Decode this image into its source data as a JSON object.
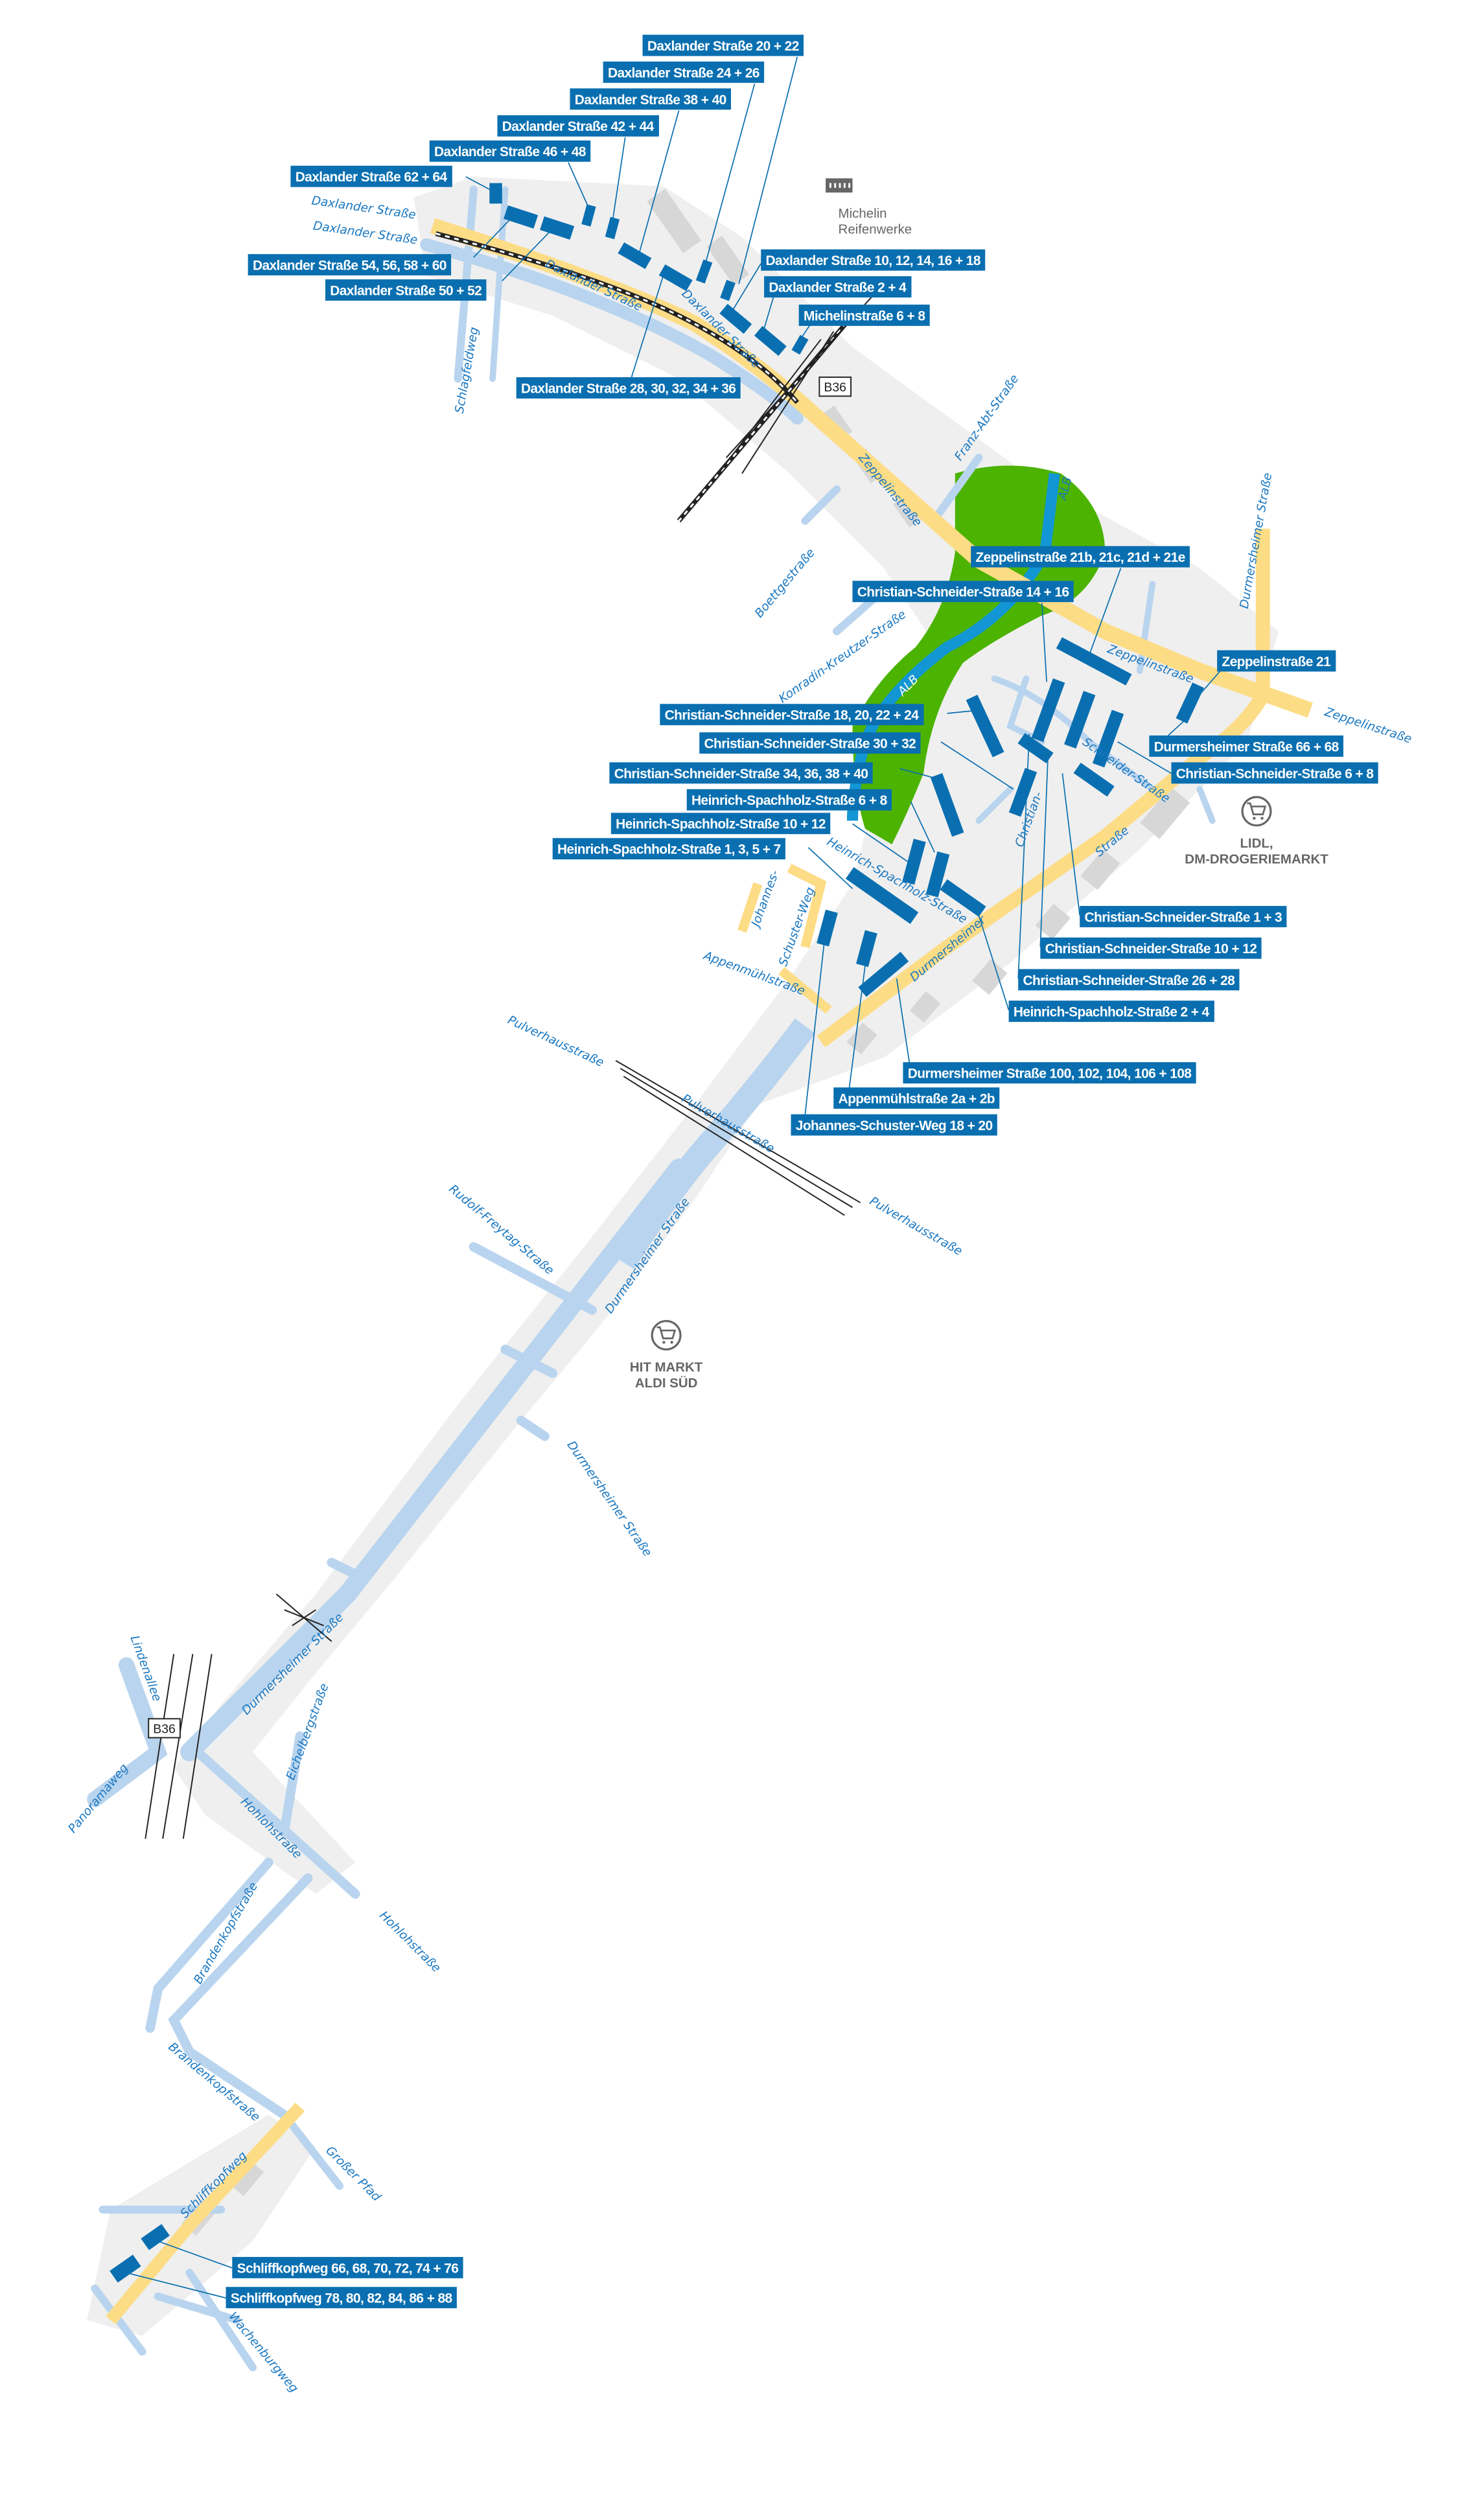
{
  "colors": {
    "label_bg": "#0a6fb0",
    "main_road": "#fddc86",
    "side_road": "#b9d4ee",
    "park": "#4cb300",
    "river": "#1296d4",
    "area": "#efefef",
    "building": "#0a6fb0"
  },
  "building_labels": [
    "Daxlander Straße 20 + 22",
    "Daxlander Straße 24 + 26",
    "Daxlander Straße 38 + 40",
    "Daxlander Straße 42 + 44",
    "Daxlander Straße 46 + 48",
    "Daxlander Straße 62 + 64",
    "Daxlander Straße 54, 56, 58 + 60",
    "Daxlander Straße 50 + 52",
    "Daxlander Straße 10, 12, 14, 16 + 18",
    "Daxlander Straße 2 + 4",
    "Michelinstraße 6 + 8",
    "Daxlander Straße 28, 30, 32, 34 + 36",
    "Zeppelinstraße 21b, 21c, 21d + 21e",
    "Christian-Schneider-Straße 14 + 16",
    "Zeppelinstraße 21",
    "Christian-Schneider-Straße 18, 20, 22 + 24",
    "Christian-Schneider-Straße 30 + 32",
    "Christian-Schneider-Straße 34, 36, 38 + 40",
    "Heinrich-Spachholz-Straße 6 + 8",
    "Heinrich-Spachholz-Straße 10 + 12",
    "Heinrich-Spachholz-Straße 1, 3, 5 + 7",
    "Durmersheimer Straße 66 + 68",
    "Christian-Schneider-Straße 6 + 8",
    "Christian-Schneider-Straße 1 + 3",
    "Christian-Schneider-Straße 10 + 12",
    "Christian-Schneider-Straße 26 + 28",
    "Heinrich-Spachholz-Straße 2 + 4",
    "Durmersheimer Straße 100, 102, 104, 106 + 108",
    "Appenmühlstraße 2a + 2b",
    "Johannes-Schuster-Weg 18 + 20",
    "Schliffkopfweg 66, 68, 70, 72, 74 + 76",
    "Schliffkopfweg 78, 80, 82, 84, 86 + 88"
  ],
  "street_labels": [
    "Daxlander Straße",
    "Daxlander Straße",
    "Daxlander Straße",
    "Daxlander Straße",
    "Schlagfeldweg",
    "Zeppelinstraße",
    "Franz-Abt-Straße",
    "ALB",
    "ALB",
    "Boettgestraße",
    "Konradin-Kreutzer-Straße",
    "Durmersheimer Straße",
    "Zeppelinstraße",
    "Zeppelinstraße",
    "Schneider-Straße",
    "Christian-",
    "Straße",
    "Heinrich-Spachholz-Straße",
    "Johannes-",
    "Schuster-Weg",
    "Durmersheimer",
    "Appenmühlstraße",
    "Pulverhausstraße",
    "Pulverhausstraße",
    "Pulverhausstraße",
    "Rudolf-Freytag-Straße",
    "Durmersheimer Straße",
    "Durmersheimer Straße",
    "Durmersheimer Straße",
    "Lindenallee",
    "Panoramaweg",
    "Eichelbergstraße",
    "Hohlohstraße",
    "Hohlohstraße",
    "Brandenkopfstraße",
    "Brandenkopfstraße",
    "Schliffkopfweg",
    "Großer Pfad",
    "Wachenburgweg"
  ],
  "pois": {
    "michelin": {
      "line1": "Michelin",
      "line2": "Reifenwerke",
      "icon": "factory-icon"
    },
    "lidl": {
      "line1": "LIDL,",
      "line2": "DM-DROGERIEMARKT",
      "icon": "shopping-cart-icon"
    },
    "hit": {
      "line1": "HIT MARKT",
      "line2": "ALDI SÜD",
      "icon": "shopping-cart-icon"
    }
  },
  "road_badges": [
    "B36",
    "B36"
  ]
}
